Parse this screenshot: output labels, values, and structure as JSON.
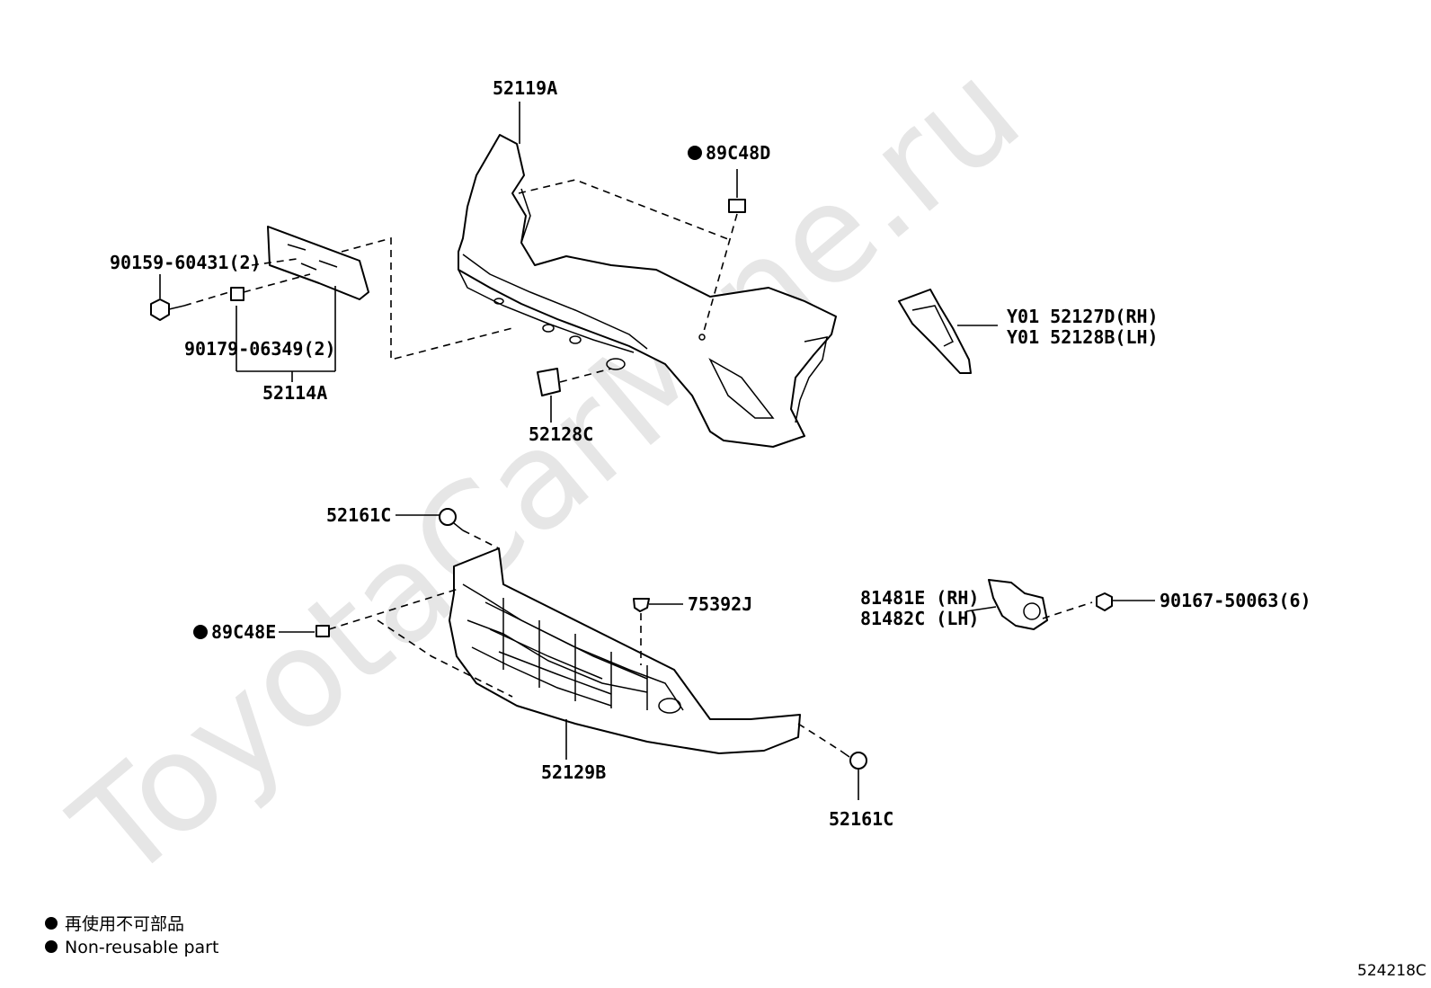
{
  "watermark": "ToyotaCarMine.ru",
  "parts": {
    "bumper_cover": "52119A",
    "clip_89c48d": "89C48D",
    "bolt_90159": "90159-60431(2)",
    "nut_90179": "90179-06349(2)",
    "license_bracket": "52114A",
    "cap_52128c": "52128C",
    "side_rh": "Y01 52127D(RH)",
    "side_lh": "Y01 52128B(LH)",
    "clip_top": "52161C",
    "clip_89c48e": "89C48E",
    "clip_75392j": "75392J",
    "lower_grille": "52129B",
    "clip_bottom": "52161C",
    "bracket_rh": "81481E (RH)",
    "bracket_lh": "81482C (LH)",
    "screw_90167": "90167-50063(6)"
  },
  "legend": {
    "line_jp": "再使用不可部品",
    "line_en": "Non-reusable part"
  },
  "figure_code": "524218C"
}
